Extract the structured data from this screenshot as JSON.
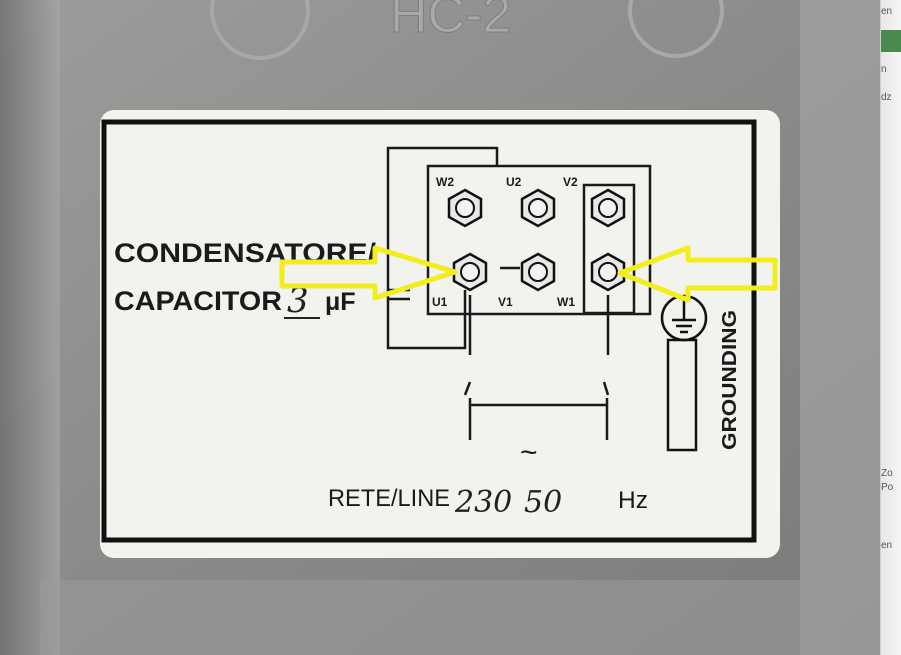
{
  "cast_text": "HC-2",
  "label": {
    "capacitor_line1": "CONDENSATORE/",
    "capacitor_line2": "CAPACITOR",
    "capacitor_value_handwritten": "3",
    "capacitor_unit": "μF",
    "terminals_top": [
      "W2",
      "U2",
      "V2"
    ],
    "terminals_bottom": [
      "U1",
      "V1",
      "W1"
    ],
    "grounding": "GROUNDING",
    "line_label": "RETE/LINE",
    "voltage_handwritten": "230",
    "tilde": "~",
    "frequency_handwritten": "50",
    "frequency_unit": "Hz"
  },
  "colors": {
    "metal": "#8d8d8b",
    "label_bg": "#f2f2ef",
    "ink": "#1a1a1a",
    "arrow": "#f2ee1c"
  },
  "sidebar_fragments": [
    "en",
    "n",
    "dz",
    "Zo",
    "Po",
    "en"
  ]
}
